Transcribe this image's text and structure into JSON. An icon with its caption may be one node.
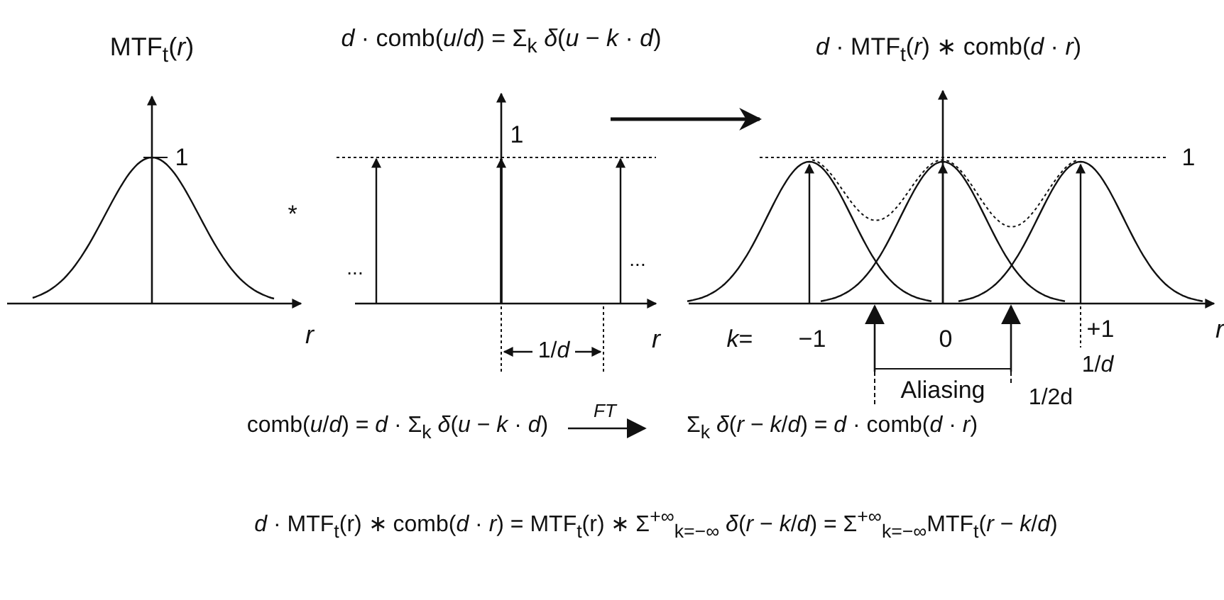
{
  "diagram": {
    "labels": [
      "MTF$_{t}$(*r*)",
      "1",
      "*r*",
      "*",
      "*d* · comb(*u*/*d*) = Σ$_{k}$ *δ*(*u* − *k* · *d*)",
      "1",
      "...",
      "...",
      "*r*",
      "1/*d*",
      "*d* · MTF$_{t}$(*r*) ∗ comb(*d* · *r*)",
      "1",
      "*r*",
      "*k*=",
      "−1",
      "0",
      "+1",
      "1/*d*",
      "Aliasing",
      "1/2d",
      "comb(*u*/*d*) = *d* · Σ$_{k}$ *δ*(*u* − *k* · *d*)",
      "*FT*",
      "Σ$_{k}$ *δ*(*r* − *k*/*d*) = *d* · comb(*d* · *r*)",
      "*d* · MTF$_{t}$(r) ∗ comb(*d* · *r*) = MTF$_{t}$(r) ∗ Σ$^{+∞}$$_{k=−∞}$ *δ*(*r* − *k*/*d*) = Σ$^{+∞}$$_{k=−∞}$MTF$_{t}$(*r* − *k*/*d*)"
    ]
  }
}
